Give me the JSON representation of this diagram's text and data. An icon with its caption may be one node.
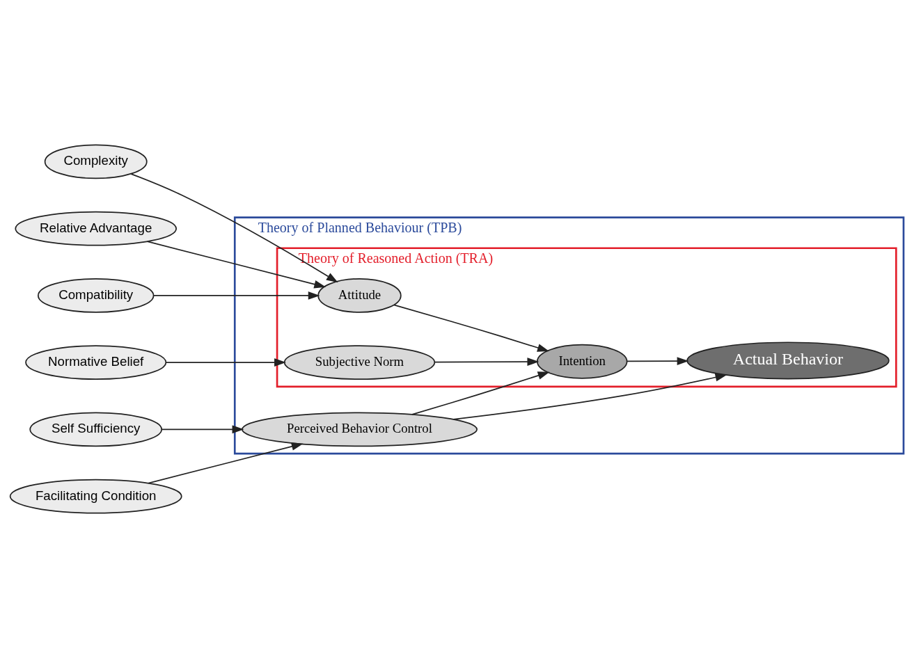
{
  "diagram": {
    "nodes": [
      {
        "text": [
          "Theory of Planned Behaviour (TPB)"
        ]
      },
      {
        "text": [
          "Theory of Reasoned Action (TRA)"
        ],
        "in": 0
      },
      {
        "text": [
          "Complexity"
        ]
      },
      {
        "text": [
          "Relative Advantage"
        ]
      },
      {
        "text": [
          "Attitude"
        ],
        "in": 1
      },
      {
        "text": [
          "Compatibility"
        ]
      },
      {
        "text": [
          "Normative Belief"
        ]
      },
      {
        "text": [
          "Subjective Norm"
        ],
        "in": 1
      },
      {
        "text": [
          "Intention"
        ],
        "in": 1
      },
      {
        "text": [
          "Actual Behavior"
        ],
        "in": 1
      },
      {
        "text": [
          "Self Sufficiency"
        ]
      },
      {
        "text": [
          "Perceived Behavior Control"
        ],
        "in": 0
      },
      {
        "text": [
          "Facilitating Condition"
        ]
      }
    ],
    "edges": [
      {
        "from": 2,
        "to": 4,
        "arrow": "to"
      },
      {
        "from": 3,
        "to": 4,
        "arrow": "to"
      },
      {
        "from": 5,
        "to": 4,
        "arrow": "to"
      },
      {
        "from": 6,
        "to": 7,
        "arrow": "to"
      },
      {
        "from": 4,
        "to": 8,
        "arrow": "to"
      },
      {
        "from": 7,
        "to": 8,
        "arrow": "to"
      },
      {
        "from": 8,
        "to": 9,
        "arrow": "to"
      },
      {
        "from": 10,
        "to": 11,
        "arrow": "to"
      },
      {
        "from": 12,
        "to": 11,
        "arrow": "to"
      },
      {
        "from": 11,
        "to": 8,
        "arrow": "to"
      },
      {
        "from": 11,
        "to": 9,
        "arrow": "to"
      }
    ]
  }
}
